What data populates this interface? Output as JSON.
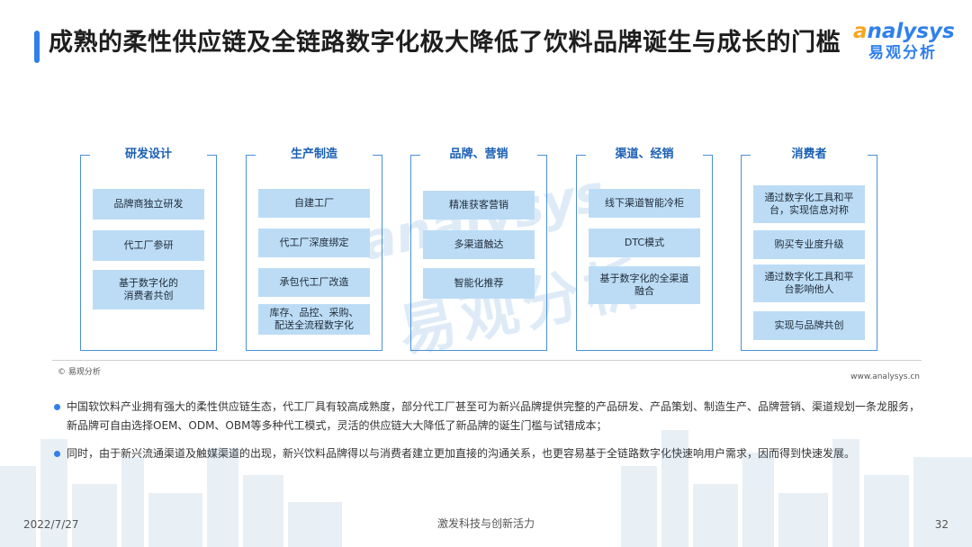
{
  "header": {
    "title": "成熟的柔性供应链及全链路数字化极大降低了饮料品牌诞生与成长的门槛",
    "logo_en_a": "a",
    "logo_en_rest": "nalysys",
    "logo_cn": "易观分析"
  },
  "watermark": {
    "en": "analysys",
    "cn": "易观分析"
  },
  "columns": [
    {
      "title": "研发设计",
      "items": [
        "品牌商独立研发",
        "代工厂参研",
        "基于数字化的\n消费者共创"
      ]
    },
    {
      "title": "生产制造",
      "items": [
        "自建工厂",
        "代工厂深度绑定",
        "承包代工厂改造",
        "库存、品控、采购、\n配送全流程数字化"
      ]
    },
    {
      "title": "品牌、营销",
      "items": [
        "精准获客营销",
        "多渠道触达",
        "智能化推荐"
      ]
    },
    {
      "title": "渠道、经销",
      "items": [
        "线下渠道智能冷柜",
        "DTC模式",
        "基于数字化的全渠道\n融合"
      ]
    },
    {
      "title": "消费者",
      "items": [
        "通过数字化工具和平\n台，实现信息对称",
        "购买专业度升级",
        "通过数字化工具和平\n台影响他人",
        "实现与品牌共创"
      ]
    }
  ],
  "source": "© 易观分析",
  "site": "www.analysys.cn",
  "bullets": [
    "中国软饮料产业拥有强大的柔性供应链生态，代工厂具有较高成熟度，部分代工厂甚至可为新兴品牌提供完整的产品研发、产品策划、制造生产、品牌营销、渠道规划一条龙服务，新品牌可自由选择OEM、ODM、OBM等多种代工模式，灵活的供应链大大降低了新品牌的诞生门槛与试错成本；",
    "同时，由于新兴流通渠道及触媒渠道的出现，新兴饮料品牌得以与消费者建立更加直接的沟通关系，也更容易基于全链路数字化快速响用户需求，因而得到快速发展。"
  ],
  "footer": {
    "date": "2022/7/27",
    "slogan": "激发科技与创新活力",
    "page": "32"
  },
  "colors": {
    "accent": "#2f80ed",
    "item_bg": "#bcdcf5",
    "column_border": "#4a90d9",
    "column_title": "#1a5fb4"
  }
}
